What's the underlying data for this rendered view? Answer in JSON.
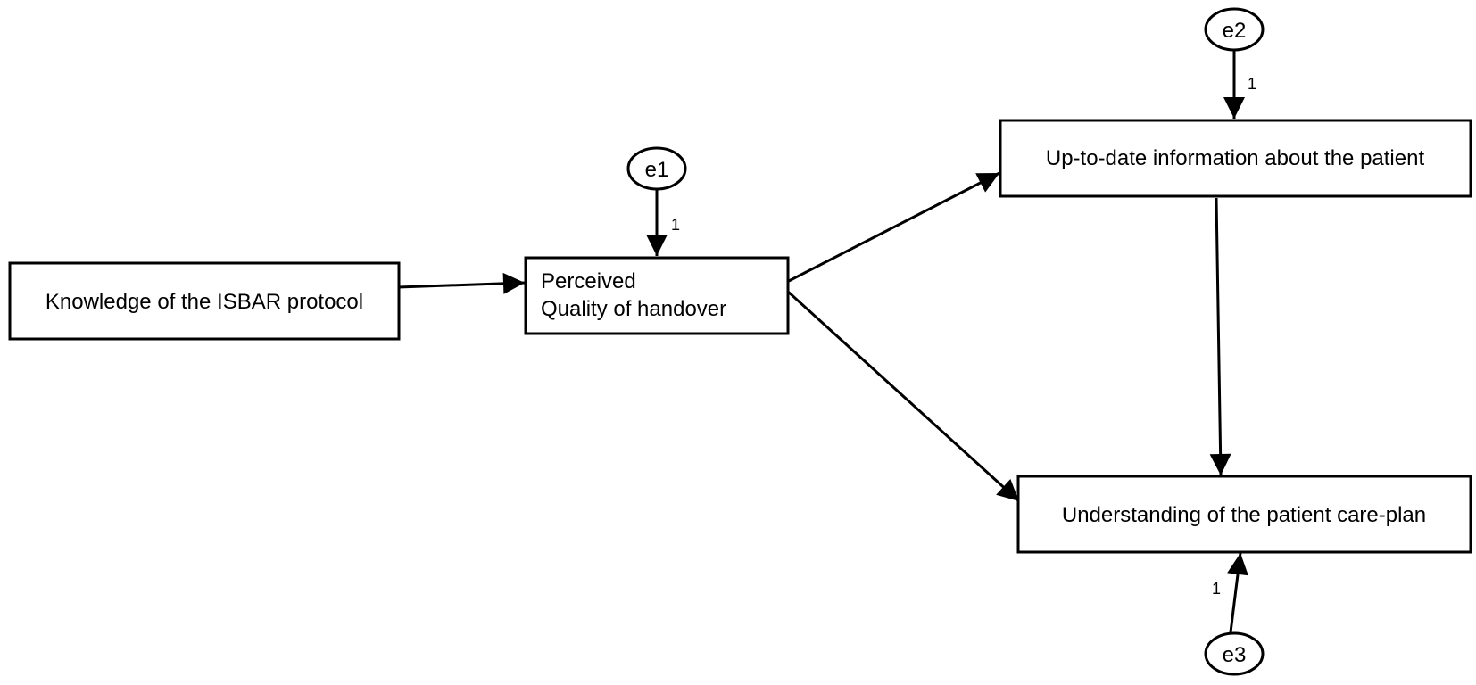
{
  "nodes": {
    "isbar": {
      "label": "Knowledge of the ISBAR protocol"
    },
    "quality": {
      "line1": "Perceived",
      "line2": "Quality of handover"
    },
    "uptodate": {
      "label": "Up-to-date information about the patient"
    },
    "careplan": {
      "label": "Understanding of the patient care-plan"
    }
  },
  "errors": {
    "e1": {
      "label": "e1",
      "weight": "1"
    },
    "e2": {
      "label": "e2",
      "weight": "1"
    },
    "e3": {
      "label": "e3",
      "weight": "1"
    }
  },
  "colors": {
    "stroke": "#000000",
    "fill": "#ffffff"
  }
}
